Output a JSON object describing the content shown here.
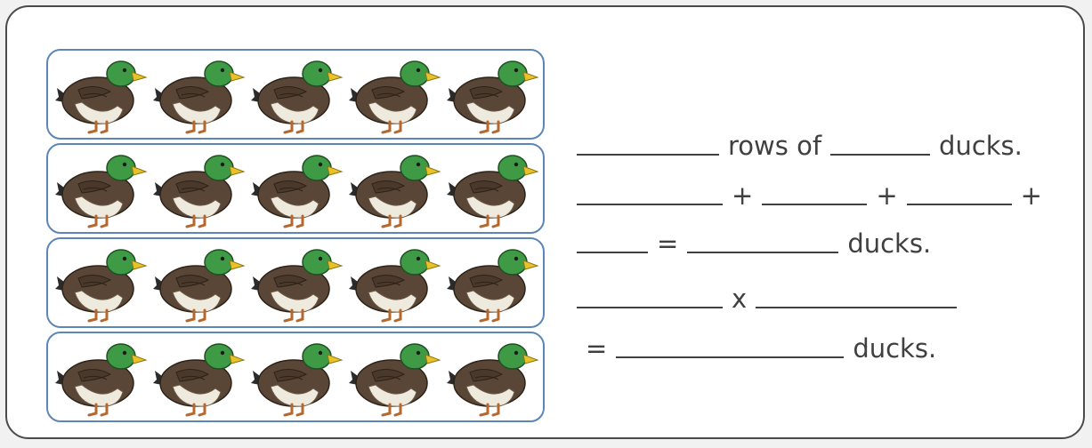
{
  "worksheet": {
    "duck_grid": {
      "rows": 4,
      "per_row": 5
    },
    "lines": [
      {
        "parts": [
          {
            "blank": 160
          },
          {
            "text": "rows of"
          },
          {
            "blank": 112
          },
          {
            "text": "ducks."
          }
        ]
      },
      {
        "parts": [
          {
            "blank": 164
          },
          {
            "text": "+"
          },
          {
            "blank": 118
          },
          {
            "text": "+"
          },
          {
            "blank": 118
          },
          {
            "text": "+"
          }
        ]
      },
      {
        "parts": [
          {
            "blank": 80
          },
          {
            "text": "="
          },
          {
            "blank": 170
          },
          {
            "text": "ducks."
          }
        ]
      },
      {
        "parts": [
          {
            "blank": 164
          },
          {
            "text": "x"
          },
          {
            "blank": 226
          }
        ]
      },
      {
        "parts": [
          {
            "text": "="
          },
          {
            "blank": 256
          },
          {
            "text": "ducks."
          }
        ]
      }
    ]
  },
  "colors": {
    "row_border": "#5b86b7",
    "duck_head": "#3e9a45",
    "duck_body": "#5a4636",
    "duck_breast": "#efeade",
    "duck_beak": "#e8c22a",
    "duck_feet": "#b5672c"
  },
  "icons": {
    "duck": "mallard-duck-icon"
  }
}
